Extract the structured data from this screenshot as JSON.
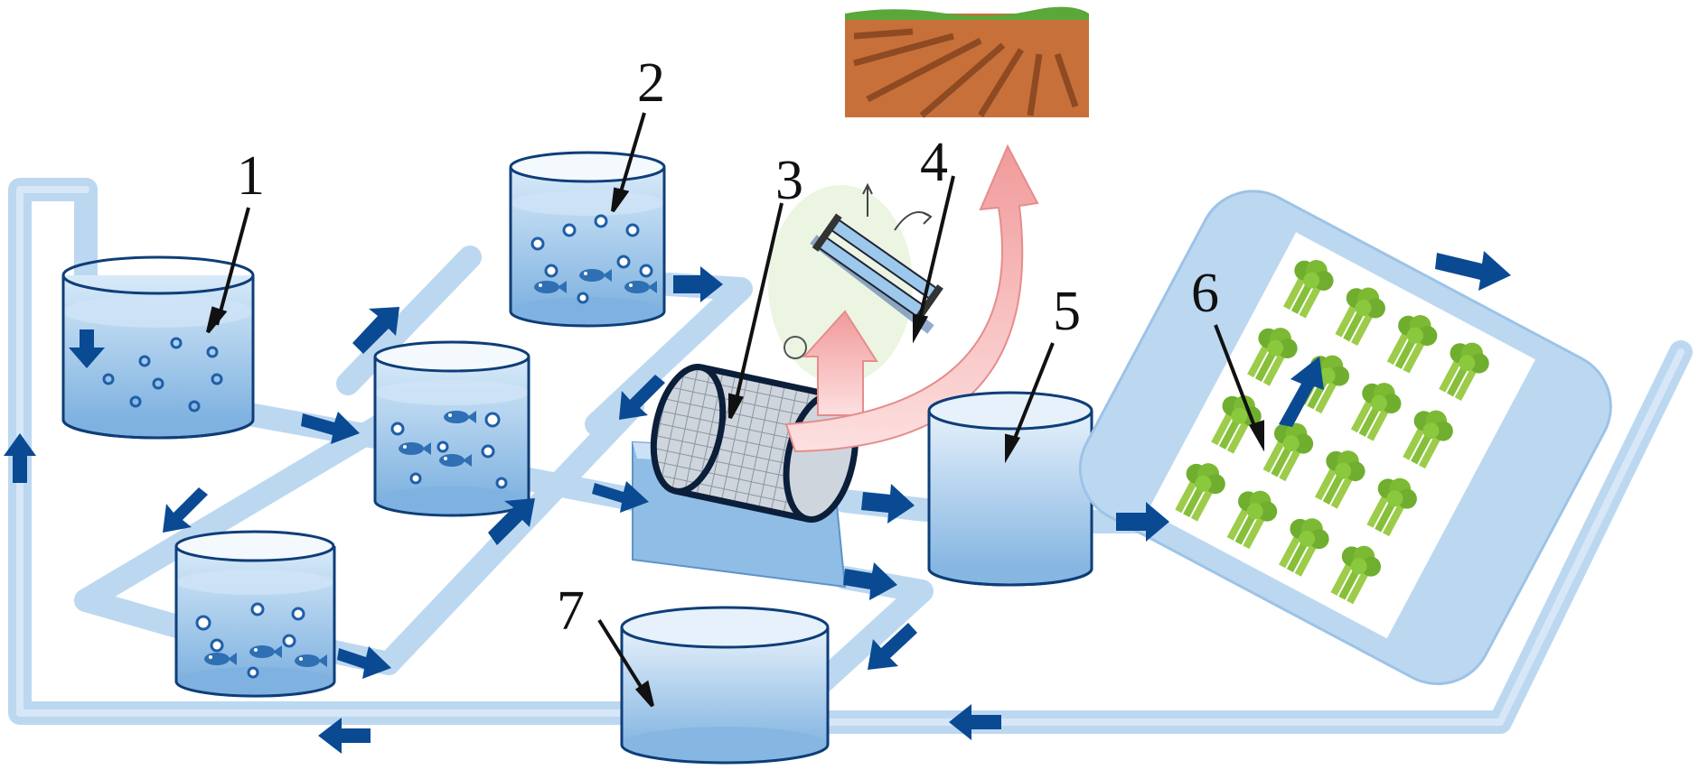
{
  "labels": {
    "l1": "1",
    "l2": "2",
    "l3": "3",
    "l4": "4",
    "l5": "5",
    "l6": "6",
    "l7": "7"
  },
  "colors": {
    "pipe": "#bcd8f1",
    "pipe_edge": "#9cc3e8",
    "flow_arrow": "#0a4a93",
    "water_top": "#d6e8f8",
    "water_bottom": "#7fb2e0",
    "tank_outline": "#0e3e78",
    "return_arrow": "#f2a4a4",
    "soil": "#c8703a",
    "grass": "#5aa83a",
    "plant": "#8cc43c",
    "leader": "#111111"
  },
  "icons": [
    "fish-icon",
    "bubble-icon",
    "uv-lamp-icon",
    "celery-plant-icon",
    "flow-arrow-icon",
    "return-arrow-icon"
  ]
}
